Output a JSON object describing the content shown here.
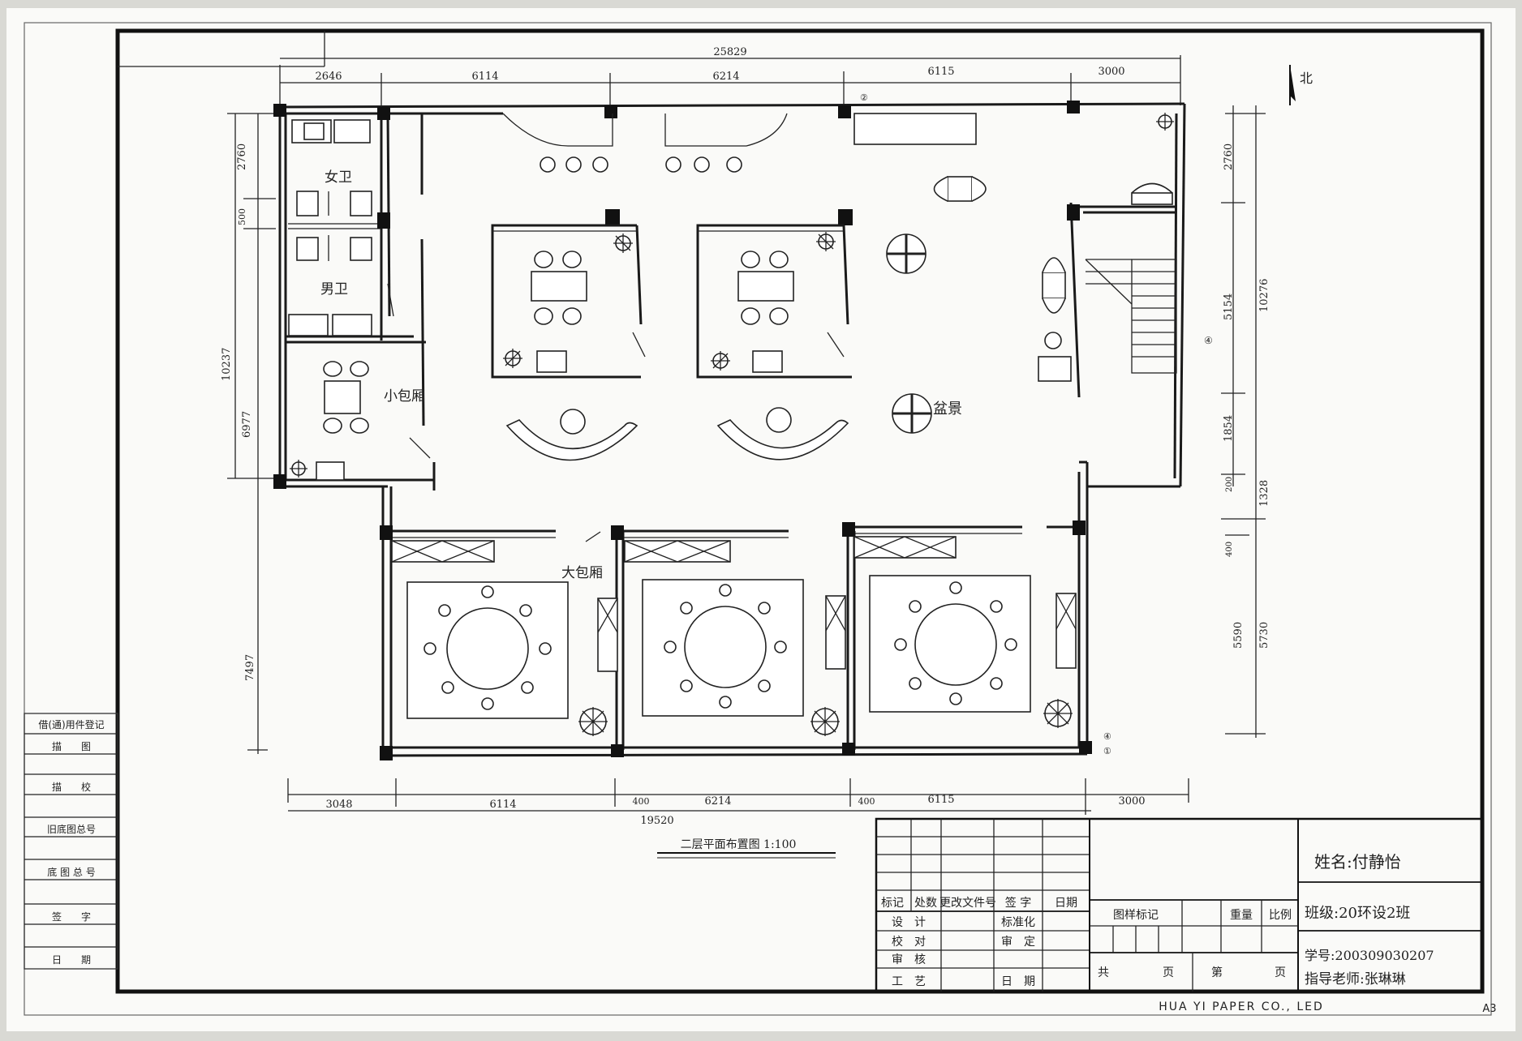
{
  "drawing_title": "二层平面布置图  1:100",
  "north_label": "北",
  "paper_brand": "HUA YI PAPER CO., LED",
  "paper_size": "A3",
  "rooms": {
    "female_wc": "女卫",
    "male_wc": "男卫",
    "small_private": "小包厢",
    "large_private": "大包厢",
    "scenery": "盆景"
  },
  "dims_top": {
    "total": "25829",
    "d1": "2646",
    "d2": "6114",
    "d3": "6214",
    "d4": "6115",
    "d5": "3000"
  },
  "dims_bottom": {
    "total": "19520",
    "d1": "3048",
    "d2": "6114",
    "d3": "400",
    "d4": "6214",
    "d5": "400",
    "d6": "6115",
    "d7": "3000"
  },
  "dims_left": {
    "total": "10237",
    "d1": "2760",
    "d2": "500",
    "d3": "6977",
    "d4": "7497"
  },
  "dims_right": {
    "total": "10276",
    "d1": "2760",
    "d2": "5154",
    "d3": "1854",
    "d4": "200",
    "d5": "1328",
    "d6": "400",
    "d7": "5590",
    "d8": "5730"
  },
  "axis_markers": {
    "a1": "②",
    "a2": "④",
    "a3": "①",
    "a4": "④"
  },
  "left_register": {
    "header": "借(通)用件登记",
    "rows": [
      "描　　图",
      "描　　校",
      "旧底图总号",
      "底 图 总 号",
      "签　　字",
      "日　　期"
    ]
  },
  "title_block": {
    "col_headers": [
      "标记",
      "处数",
      "更改文件号",
      "签 字",
      "日期"
    ],
    "left_rows": [
      "设　计",
      "校　对",
      "审　核",
      "工　艺"
    ],
    "mid_rows": [
      "标准化",
      "审　定",
      "",
      "日　期"
    ],
    "sample_mark": "图样标记",
    "weight": "重量",
    "scale": "比例",
    "total_pages": "共",
    "page_unit": "页",
    "page_no": "第",
    "page_unit2": "页",
    "name": "姓名:付静怡",
    "class": "班级:20环设2班",
    "student_id": "学号:2003090302​07",
    "teacher": "指导老师:张琳琳"
  }
}
